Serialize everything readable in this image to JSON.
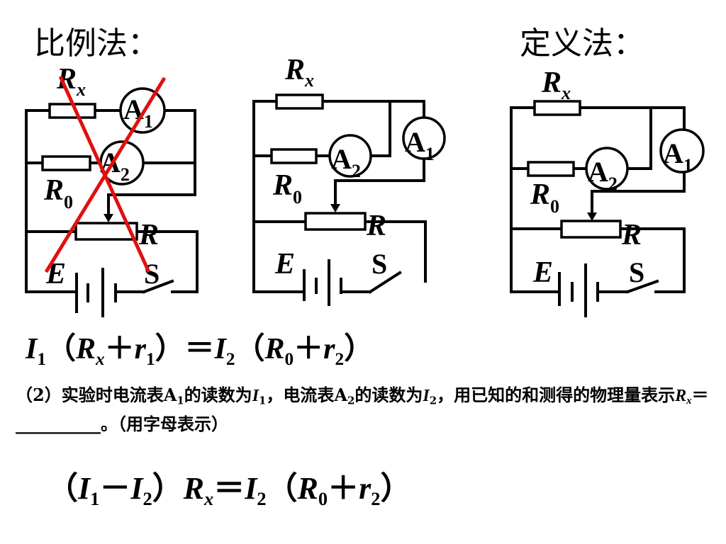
{
  "headings": {
    "left": "比例法：",
    "right": "定义法："
  },
  "circuits": [
    {
      "labels": {
        "rx": "R",
        "rx_sub": "x",
        "r0": "R",
        "r0_sub": "0",
        "a1": "A",
        "a1_sub": "1",
        "a2": "A",
        "a2_sub": "2",
        "rheostat": "R",
        "battery": "E",
        "switch": "S"
      },
      "crossed_out": true
    },
    {
      "labels": {
        "rx": "R",
        "rx_sub": "x",
        "r0": "R",
        "r0_sub": "0",
        "a1": "A",
        "a1_sub": "1",
        "a2": "A",
        "a2_sub": "2",
        "rheostat": "R",
        "battery": "E",
        "switch": "S"
      },
      "crossed_out": false
    },
    {
      "labels": {
        "rx": "R",
        "rx_sub": "x",
        "r0": "R",
        "r0_sub": "0",
        "a1": "A",
        "a1_sub": "1",
        "a2": "A",
        "a2_sub": "2",
        "rheostat": "R",
        "battery": "E",
        "switch": "S"
      },
      "crossed_out": false
    }
  ],
  "cross_color": "#e01010",
  "formula1": {
    "i1": "I",
    "i1_sub": "1",
    "p1": "（",
    "rx": "R",
    "rx_sub": "x",
    "plus1": "＋",
    "r1": "r",
    "r1_sub": "1",
    "p2": "）＝",
    "i2": "I",
    "i2_sub": "2",
    "p3": "（",
    "r0": "R",
    "r0_sub": "0",
    "plus2": "＋",
    "r2": "r",
    "r2_sub": "2",
    "p4": "）"
  },
  "question": {
    "t1": "（2）实验时电流表A",
    "s1": "1",
    "t2": "的读数为",
    "v1": "I",
    "s2": "1",
    "t3": "，电流表A",
    "s3": "2",
    "t4": "的读数为",
    "v2": "I",
    "s4": "2",
    "t5": "，用已知的和测得的物理量表示",
    "v3": "R",
    "s5": "x",
    "t6": "＝__________。（用字母表示）"
  },
  "formula2": {
    "p1": "（",
    "i1": "I",
    "i1_sub": "1",
    "minus": "－",
    "i2": "I",
    "i2_sub": "2",
    "p2": "）",
    "rx": "R",
    "rx_sub": "x",
    "eq": "＝",
    "i3": "I",
    "i3_sub": "2",
    "p3": "（",
    "r0": "R",
    "r0_sub": "0",
    "plus": "＋",
    "r2": "r",
    "r2_sub": "2",
    "p4": "）"
  }
}
